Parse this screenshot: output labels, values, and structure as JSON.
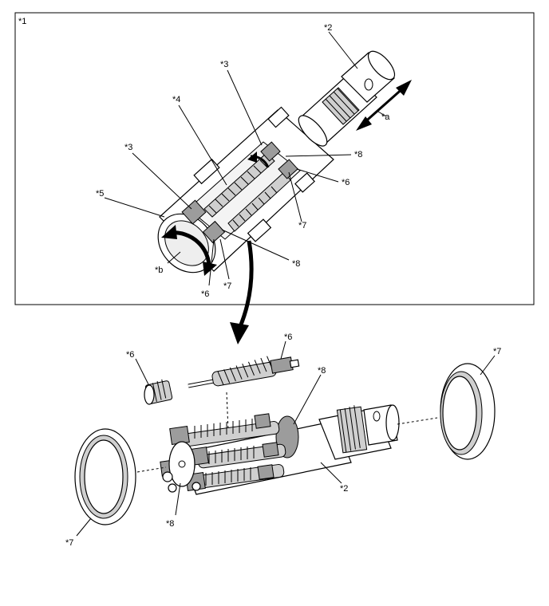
{
  "labels": {
    "frame": "*1",
    "shaft_top": "*2",
    "shaft_bottom": "*2",
    "gear3_top": "*3",
    "gear3_left": "*3",
    "screw4": "*4",
    "ring5": "*5",
    "gear6_right": "*6",
    "gear6_bottom": "*6",
    "gear6_exploded_left": "*6",
    "gear6_exploded_top": "*6",
    "ring7_top_right": "*7",
    "ring7_top_bottom": "*7",
    "ring7_exploded_right": "*7",
    "ring7_exploded_left": "*7",
    "planet8_top_right": "*8",
    "planet8_top_bottom": "*8",
    "planet8_exploded_top": "*8",
    "planet8_exploded_bottom": "*8",
    "arrow_a": "*a",
    "arrow_b": "*b"
  }
}
